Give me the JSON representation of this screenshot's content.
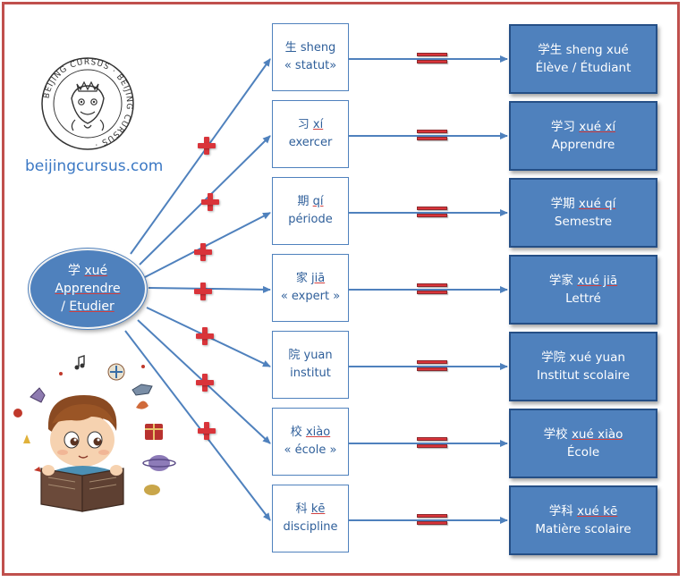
{
  "brand": {
    "site": "beijingcursus.com",
    "seal_text": "BEIJING CURSUS"
  },
  "center": {
    "hanzi": "学",
    "pinyin": "xué",
    "line2": "Apprendre",
    "line3a": "/ ",
    "line3b": "Etudier"
  },
  "rows": [
    {
      "hanzi": "生",
      "pinyin": "sheng",
      "meaning": "« statut»",
      "result_hanzi": "学生",
      "result_pinyin": "sheng xué",
      "result_meaning": "Élève / Étudiant"
    },
    {
      "hanzi": "习",
      "pinyin": "xí",
      "meaning": "exercer",
      "result_hanzi": "学习",
      "result_pinyin": "xué xí",
      "result_meaning": "Apprendre"
    },
    {
      "hanzi": "期",
      "pinyin": "qí",
      "meaning": "période",
      "result_hanzi": "学期",
      "result_pinyin": "xué qí",
      "result_meaning": "Semestre"
    },
    {
      "hanzi": "家",
      "pinyin": "jiā",
      "meaning": "« expert »",
      "result_hanzi": "学家",
      "result_pinyin": "xué jiā",
      "result_meaning": "Lettré"
    },
    {
      "hanzi": "院",
      "pinyin": "yuan",
      "meaning": "institut",
      "result_hanzi": "学院",
      "result_pinyin": "xué yuan",
      "result_meaning": "Institut scolaire"
    },
    {
      "hanzi": "校",
      "pinyin": "xiào",
      "meaning": "« école »",
      "result_hanzi": "学校",
      "result_pinyin": "xué xiào",
      "result_meaning": "École"
    },
    {
      "hanzi": "科",
      "pinyin": "kē",
      "meaning": "discipline",
      "result_hanzi": "学科",
      "result_pinyin": "xué kē",
      "result_meaning": "Matière scolaire"
    }
  ],
  "colors": {
    "accent": "#4f81bd",
    "border": "#c0504d",
    "operator": "#d9343a"
  },
  "icons": [
    "plus-icon",
    "equals-icon",
    "seal-logo",
    "child-reading-illustration"
  ]
}
